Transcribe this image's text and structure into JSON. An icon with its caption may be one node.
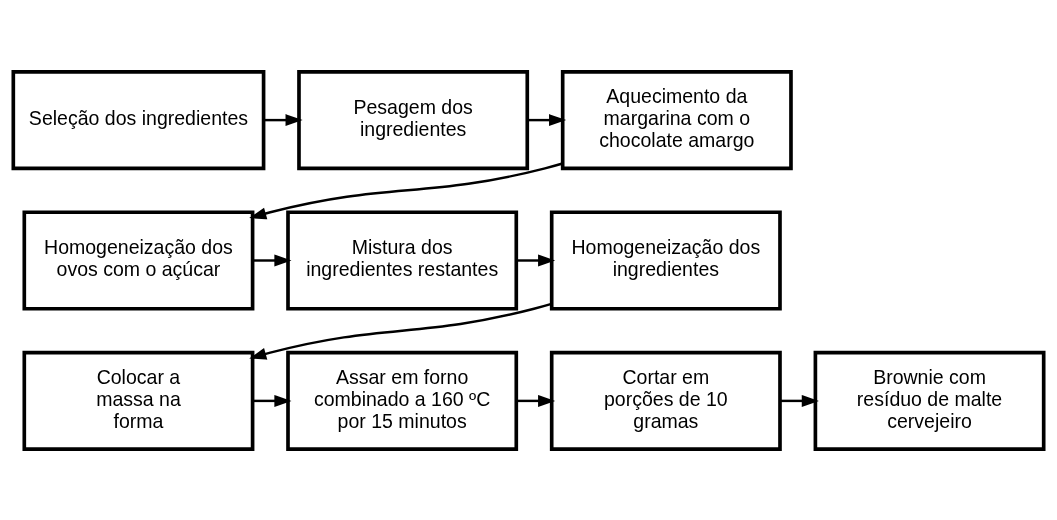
{
  "diagram": {
    "nodes": [
      {
        "text": [
          "Seleção dos ingredientes"
        ]
      },
      {
        "text": [
          "Pesagem dos ingredientes"
        ]
      },
      {
        "text": [
          "Aquecimento da margarina com o chocolate amargo"
        ]
      },
      {
        "text": [
          "Homogeneização dos ovos com o açúcar"
        ]
      },
      {
        "text": [
          "Mistura dos ingredientes restantes"
        ]
      },
      {
        "text": [
          "Homogeneização dos ingredientes"
        ]
      },
      {
        "text": [
          "Colocar a massa na forma"
        ]
      },
      {
        "text": [
          "Assar em forno combinado a 160 ºC por 15 minutos"
        ]
      },
      {
        "text": [
          "Cortar em porções de 10 gramas"
        ]
      },
      {
        "text": [
          "Brownie com resíduo de malte cervejeiro"
        ]
      }
    ],
    "edges": [
      {
        "from": 0,
        "to": 1,
        "arrow": "to"
      },
      {
        "from": 1,
        "to": 2,
        "arrow": "to"
      },
      {
        "from": 2,
        "to": 3,
        "arrow": "to"
      },
      {
        "from": 3,
        "to": 4,
        "arrow": "to"
      },
      {
        "from": 4,
        "to": 5,
        "arrow": "to"
      },
      {
        "from": 5,
        "to": 6,
        "arrow": "to"
      },
      {
        "from": 6,
        "to": 7,
        "arrow": "to"
      },
      {
        "from": 7,
        "to": 8,
        "arrow": "to"
      },
      {
        "from": 8,
        "to": 9,
        "arrow": "to"
      }
    ]
  }
}
